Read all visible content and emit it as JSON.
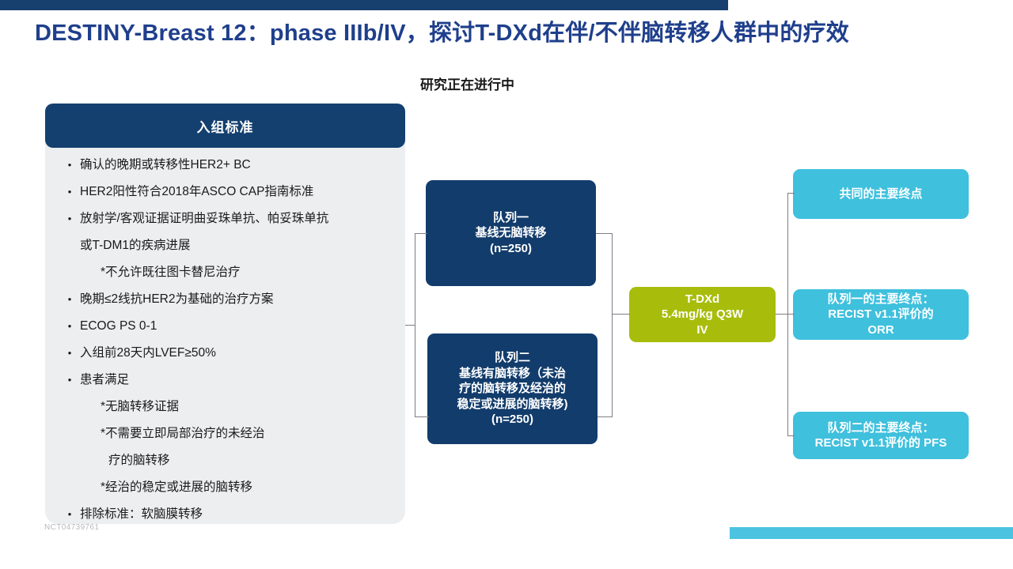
{
  "slide": {
    "title": "DESTINY-Breast 12：phase IIIb/IV，探讨T-DXd在伴/不伴脑转移人群中的疗效",
    "subtitle": "研究正在进行中",
    "footnote": "NCT04739761"
  },
  "criteria": {
    "header": "入组标准",
    "items": [
      {
        "marker": "bullet",
        "text": "确认的晚期或转移性HER2+ BC"
      },
      {
        "marker": "bullet",
        "text": "HER2阳性符合2018年ASCO CAP指南标准"
      },
      {
        "marker": "bullet",
        "text": "放射学/客观证据证明曲妥珠单抗、帕妥珠单抗"
      },
      {
        "marker": "cont",
        "text": "或T-DM1的疾病进展"
      },
      {
        "marker": "sub",
        "text": "*不允许既往图卡替尼治疗"
      },
      {
        "marker": "bullet",
        "text": "晚期≤2线抗HER2为基础的治疗方案"
      },
      {
        "marker": "bullet",
        "text": "ECOG PS 0-1"
      },
      {
        "marker": "bullet",
        "text": "入组前28天内LVEF≥50%"
      },
      {
        "marker": "bullet",
        "text": "患者满足"
      },
      {
        "marker": "sub",
        "text": "*无脑转移证据"
      },
      {
        "marker": "sub",
        "text": "*不需要立即局部治疗的未经治"
      },
      {
        "marker": "sub2",
        "text": "疗的脑转移"
      },
      {
        "marker": "sub",
        "text": "*经治的稳定或进展的脑转移"
      },
      {
        "marker": "bullet",
        "text": "排除标准：软脑膜转移"
      }
    ]
  },
  "flow": {
    "cohort1": "队列一\n基线无脑转移\n(n=250)",
    "cohort2": "队列二\n基线有脑转移（未治\n疗的脑转移及经治的\n稳定或进展的脑转移)\n(n=250)",
    "treatment": "T-DXd\n5.4mg/kg Q3W\nIV",
    "endpoint_co": "共同的主要终点",
    "endpoint_cohort1": "队列一的主要终点：\nRECIST v1.1评价的\nORR",
    "endpoint_cohort2": "队列二的主要终点：\nRECIST v1.1评价的 PFS"
  },
  "colors": {
    "navy": "#123c6b",
    "title_blue": "#1f3f8c",
    "olive": "#a8bd0b",
    "cyan": "#3fc0dd",
    "panel_gray": "#eceef0",
    "connector": "#7d7d86"
  }
}
